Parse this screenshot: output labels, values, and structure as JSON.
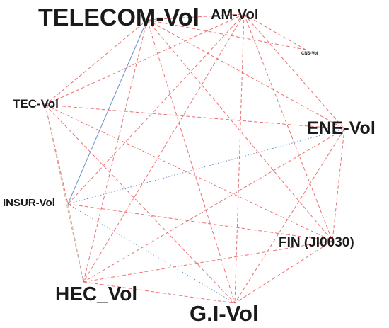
{
  "nodes": [
    {
      "id": "telecom",
      "label": "TELECOM-Vol"
    },
    {
      "id": "am",
      "label": "AM-Vol"
    },
    {
      "id": "cns",
      "label": "CNS-Vol"
    },
    {
      "id": "tec",
      "label": "TEC-Vol"
    },
    {
      "id": "ene",
      "label": "ENE-Vol"
    },
    {
      "id": "insur",
      "label": "INSUR-Vol"
    },
    {
      "id": "fin",
      "label": "FIN (JI0030)"
    },
    {
      "id": "hec",
      "label": "HEC_Vol"
    },
    {
      "id": "gi",
      "label": "G.I-Vol"
    }
  ],
  "edges": [
    {
      "source": "telecom",
      "target": "am",
      "color": "#e8585a",
      "style": "dashed"
    },
    {
      "source": "telecom",
      "target": "cns",
      "color": "#e8585a",
      "style": "dashed"
    },
    {
      "source": "telecom",
      "target": "ene",
      "color": "#e8585a",
      "style": "dashed"
    },
    {
      "source": "telecom",
      "target": "fin",
      "color": "#e8585a",
      "style": "dashed"
    },
    {
      "source": "telecom",
      "target": "gi",
      "color": "#e8585a",
      "style": "dashed"
    },
    {
      "source": "telecom",
      "target": "hec",
      "color": "#e8585a",
      "style": "dashed"
    },
    {
      "source": "telecom",
      "target": "insur",
      "color": "#4a7fc4",
      "style": "solid"
    },
    {
      "source": "telecom",
      "target": "tec",
      "color": "#e8585a",
      "style": "dashed"
    },
    {
      "source": "am",
      "target": "cns",
      "color": "#e8585a",
      "style": "dashed"
    },
    {
      "source": "am",
      "target": "tec",
      "color": "#e8585a",
      "style": "dashed"
    },
    {
      "source": "am",
      "target": "ene",
      "color": "#e8585a",
      "style": "dashed"
    },
    {
      "source": "am",
      "target": "insur",
      "color": "#e8585a",
      "style": "dashed"
    },
    {
      "source": "am",
      "target": "fin",
      "color": "#e8585a",
      "style": "dashed"
    },
    {
      "source": "am",
      "target": "hec",
      "color": "#e8585a",
      "style": "dashed"
    },
    {
      "source": "am",
      "target": "gi",
      "color": "#e8585a",
      "style": "dashed"
    },
    {
      "source": "tec",
      "target": "ene",
      "color": "#e8585a",
      "style": "dashed"
    },
    {
      "source": "tec",
      "target": "insur",
      "color": "#e8585a",
      "style": "dashed"
    },
    {
      "source": "tec",
      "target": "fin",
      "color": "#e8585a",
      "style": "dashed"
    },
    {
      "source": "tec",
      "target": "gi",
      "color": "#e8585a",
      "style": "dashed"
    },
    {
      "source": "tec",
      "target": "hec",
      "color": "#c9a58a",
      "style": "dashed"
    },
    {
      "source": "ene",
      "target": "insur",
      "color": "#4a7fc4",
      "style": "dotted"
    },
    {
      "source": "ene",
      "target": "fin",
      "color": "#e8585a",
      "style": "dashed"
    },
    {
      "source": "ene",
      "target": "hec",
      "color": "#e8585a",
      "style": "dashed"
    },
    {
      "source": "ene",
      "target": "gi",
      "color": "#e8585a",
      "style": "dashed"
    },
    {
      "source": "insur",
      "target": "fin",
      "color": "#e8585a",
      "style": "dashed"
    },
    {
      "source": "insur",
      "target": "gi",
      "color": "#4a7fc4",
      "style": "dotted"
    },
    {
      "source": "insur",
      "target": "hec",
      "color": "#c9a58a",
      "style": "dashed"
    },
    {
      "source": "fin",
      "target": "hec",
      "color": "#e8585a",
      "style": "dashed"
    },
    {
      "source": "fin",
      "target": "gi",
      "color": "#e8585a",
      "style": "dashed"
    },
    {
      "source": "hec",
      "target": "gi",
      "color": "#e8585a",
      "style": "dashed"
    }
  ]
}
